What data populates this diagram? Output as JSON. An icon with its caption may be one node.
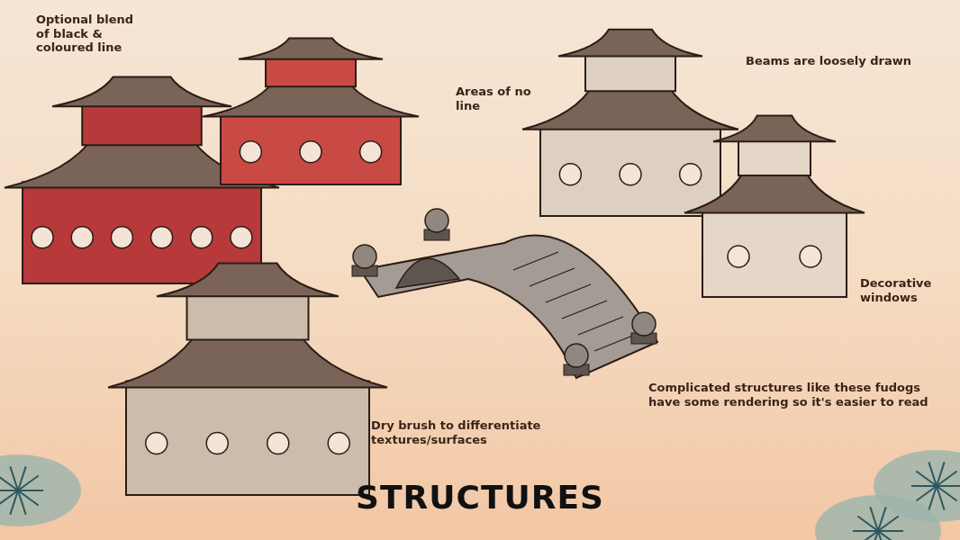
{
  "diagram": {
    "title": "STRUCTURES",
    "labels": [
      "Optional blend of black & coloured line",
      "Beams are loosely drawn",
      "Areas of no line",
      "Decorative windows",
      "Complicated structures like these fudogs have some rendering so it's easier to read",
      "Dry brush to differentiate textures/surfaces"
    ]
  }
}
